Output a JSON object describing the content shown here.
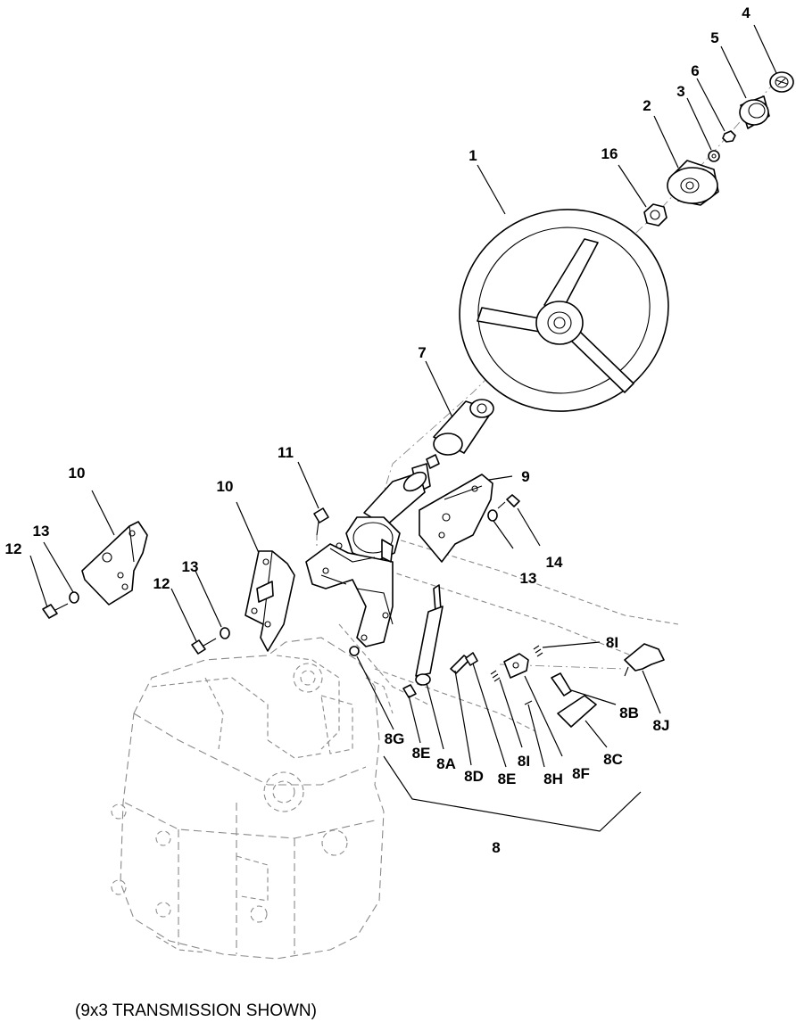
{
  "caption": "(9x3 TRANSMISSION SHOWN)",
  "callouts": [
    "1",
    "2",
    "3",
    "4",
    "5",
    "6",
    "7",
    "8",
    "8A",
    "8B",
    "8C",
    "8D",
    "8E",
    "8E",
    "8F",
    "8G",
    "8H",
    "8I",
    "8I",
    "8J",
    "9",
    "10",
    "10",
    "11",
    "12",
    "12",
    "13",
    "13",
    "13",
    "14",
    "16"
  ]
}
